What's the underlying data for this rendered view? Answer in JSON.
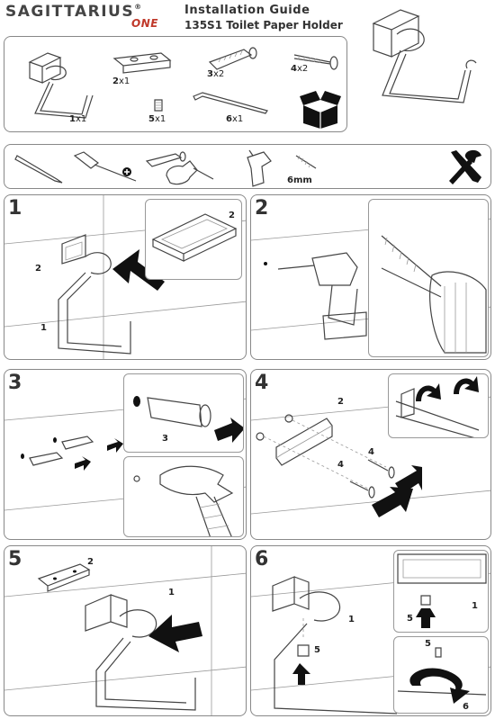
{
  "header": {
    "brand": "SAGITTARIUS",
    "brand_mark": "®",
    "brand_sub": "ONE",
    "title": "Installation Guide",
    "subtitle": "135S1 Toilet Paper Holder"
  },
  "parts": [
    {
      "num": "1",
      "qty": "x1",
      "icon": "paper-holder-icon"
    },
    {
      "num": "2",
      "qty": "x1",
      "icon": "mounting-plate-icon"
    },
    {
      "num": "3",
      "qty": "x2",
      "icon": "wall-plug-icon"
    },
    {
      "num": "4",
      "qty": "x2",
      "icon": "screw-icon"
    },
    {
      "num": "5",
      "qty": "x1",
      "icon": "set-screw-icon"
    },
    {
      "num": "6",
      "qty": "x1",
      "icon": "allen-key-icon"
    }
  ],
  "tools": {
    "items": [
      "pencil-icon",
      "screwdriver-icon",
      "wall-plug-icon",
      "hammer-icon",
      "drill-icon",
      "drill-bit-icon",
      "tools-crossed-icon"
    ],
    "drill_bit_size": "6mm"
  },
  "steps": [
    {
      "num": "1",
      "callouts": [
        "2",
        "1",
        "2"
      ]
    },
    {
      "num": "2",
      "callouts": []
    },
    {
      "num": "3",
      "callouts": [
        "3"
      ]
    },
    {
      "num": "4",
      "callouts": [
        "2",
        "4",
        "4"
      ]
    },
    {
      "num": "5",
      "callouts": [
        "2",
        "1"
      ]
    },
    {
      "num": "6",
      "callouts": [
        "1",
        "5",
        "5",
        "1",
        "5",
        "6"
      ]
    }
  ],
  "colors": {
    "brand_sub": "#c0392b",
    "line": "#444444",
    "arrow": "#111111"
  }
}
